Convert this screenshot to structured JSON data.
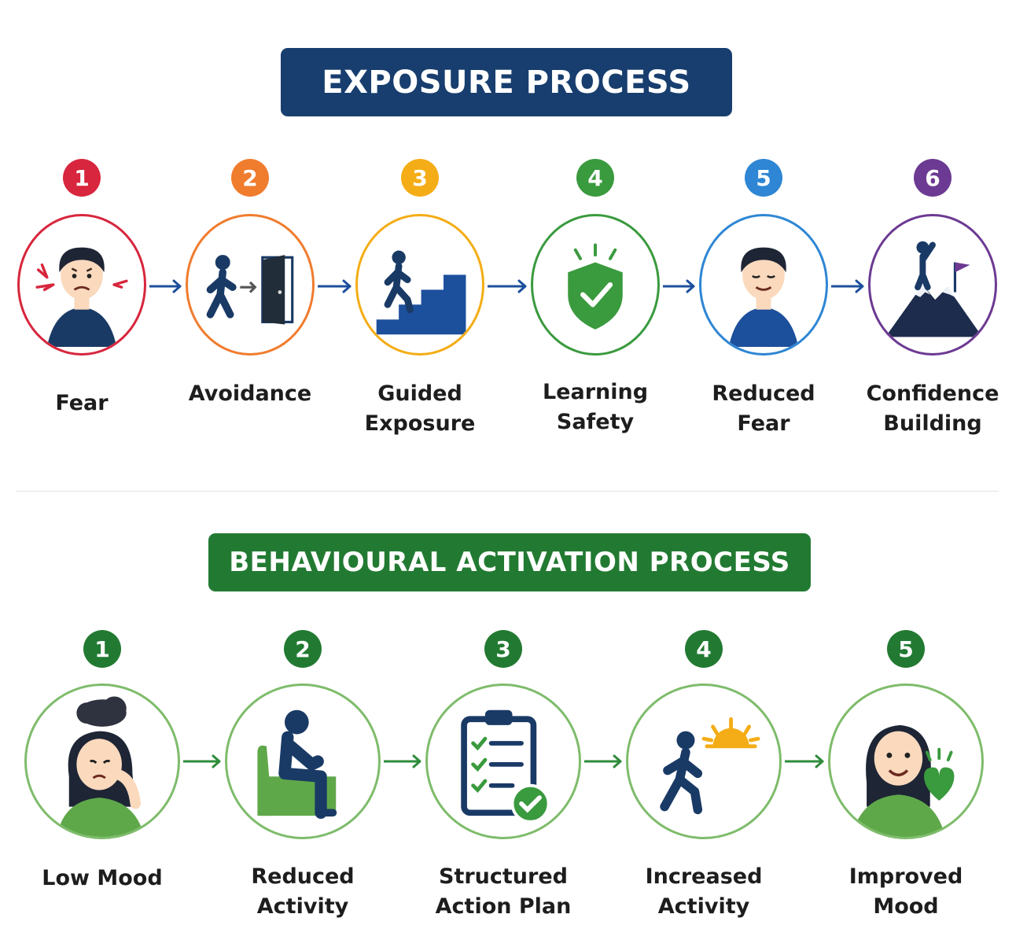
{
  "exposure": {
    "title": "EXPOSURE PROCESS",
    "steps": [
      {
        "number": "1",
        "label": "Fear",
        "icon": "worried-man-icon",
        "color": "#d7263d"
      },
      {
        "number": "2",
        "label": "Avoidance",
        "icon": "walking-to-door-icon",
        "color": "#f07c2e"
      },
      {
        "number": "3",
        "label": "Guided\nExposure",
        "icon": "climbing-stairs-icon",
        "color": "#f4ad16"
      },
      {
        "number": "4",
        "label": "Learning\nSafety",
        "icon": "shield-check-icon",
        "color": "#3a9a3e"
      },
      {
        "number": "5",
        "label": "Reduced\nFear",
        "icon": "calm-man-icon",
        "color": "#2e86d4"
      },
      {
        "number": "6",
        "label": "Confidence\nBuilding",
        "icon": "mountain-summit-icon",
        "color": "#6c3a92"
      }
    ]
  },
  "behavioural_activation": {
    "title": "BEHAVIOURAL ACTIVATION PROCESS",
    "steps": [
      {
        "number": "1",
        "label": "Low Mood",
        "icon": "sad-woman-cloud-icon"
      },
      {
        "number": "2",
        "label": "Reduced\nActivity",
        "icon": "person-in-armchair-icon"
      },
      {
        "number": "3",
        "label": "Structured\nAction Plan",
        "icon": "checklist-clipboard-icon"
      },
      {
        "number": "4",
        "label": "Increased\nActivity",
        "icon": "walking-sun-icon"
      },
      {
        "number": "5",
        "label": "Improved\nMood",
        "icon": "happy-woman-heart-icon"
      }
    ],
    "color": "#2e8b3a"
  },
  "colors": {
    "navy": "#173e6e",
    "dark_green": "#227a32",
    "icon_navy": "#1a3a66",
    "shirt_blue": "#1c4f9c",
    "green": "#3a9a3e"
  }
}
